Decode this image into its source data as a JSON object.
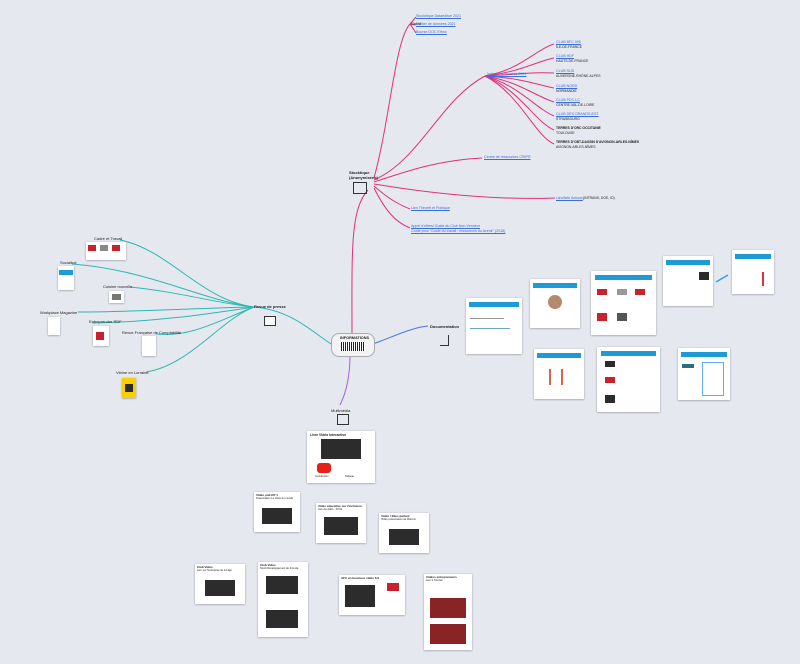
{
  "root": {
    "label": "INFORMATIONS"
  },
  "branches": {
    "doc": {
      "title": "Stocktique",
      "title2": "(Anonymiséeo)"
    },
    "press": {
      "title": "Revue de presse"
    },
    "docs": {
      "title": "Documentation"
    },
    "media": {
      "title": "Multimédia"
    }
  },
  "doc_children": {
    "retail": "Retail",
    "retail_links": [
      "Stockitique Dataeditue 2021",
      "Fichier de données 2021",
      "Bourse DOC Ethno"
    ],
    "index": "Indices / Annuaires 2021",
    "clubs": [
      {
        "link": "CLUB BFC 005",
        "name": "ÎLE-DE-FRANCE"
      },
      {
        "link": "CLUB HDF",
        "name": "HAUTS-DE-FRANCE"
      },
      {
        "link": "CLUB SUD",
        "name": "AUVERGNE-RHÔNE-ALPES"
      },
      {
        "link": "CLUB NORD",
        "name": "NORMANDIE"
      },
      {
        "link": "CLUB PDC-LC",
        "name": "CENTRE-VAL-DE-LOIRE"
      },
      {
        "link": "CLUB DES GRANDS-EST",
        "name": "STRASBOURG"
      },
      {
        "link": "",
        "name": "TERRES D'ORC OCCITANIE",
        "sub": "TOULOUSE"
      },
      {
        "link": "",
        "name": "TERRES D'OBT-DASSIN D'AVIGNON-ARLES-NÎMES",
        "sub": "AVIGNON-ARLES-NÎMES"
      }
    ],
    "centre": "Centre de ressources CRIPR",
    "partner": "Lien/liste Actions",
    "partner_note": "(INTRANS, DGE, ID)",
    "note1": "Lien Théorêt et Politique",
    "note2a": "Appel d'offres/ Guide du Club Non-Vendeur",
    "note2b": "Guide pour \"Guide du travail : ressources du Avenir\" (2018)"
  },
  "press_children": [
    "Cadré et Travail",
    "Socialbot",
    "Cuisine nouvelle",
    "Workplace Magazine",
    "Entreprendre RDF",
    "Revue Française de Comptabilité",
    "Vitrine en Lorraine"
  ],
  "media_cards": [
    {
      "title": "Livre Vidéo Interactive",
      "sub": "Introduction",
      "sub2": "Tableau"
    },
    {
      "title": "Vidéo pub DP 1",
      "sub": "Présentation Le client du monde"
    },
    {
      "title": "Vidéo éducative sur l'inclusion",
      "sub": "Lien de vidéo - 00:00"
    },
    {
      "title": "Vidéo / Elles parlent",
      "sub": "Vidéo présentation de MaCom"
    },
    {
      "title": "Club Vidéo",
      "sub": "Lien sur l'entreprise du 14 âge"
    },
    {
      "title": "Club Vidéo",
      "sub": "Stock Développement de formule"
    },
    {
      "title": "AFC en business vidéo 1/2",
      "sub": ""
    },
    {
      "title": "Vidéos entrepreneurs",
      "sub": "Lien 2 Tutorial"
    }
  ],
  "colors": {
    "doc": "#e0307a",
    "press": "#2bb8b0",
    "docs": "#4a78d8",
    "media": "#a760d8"
  }
}
